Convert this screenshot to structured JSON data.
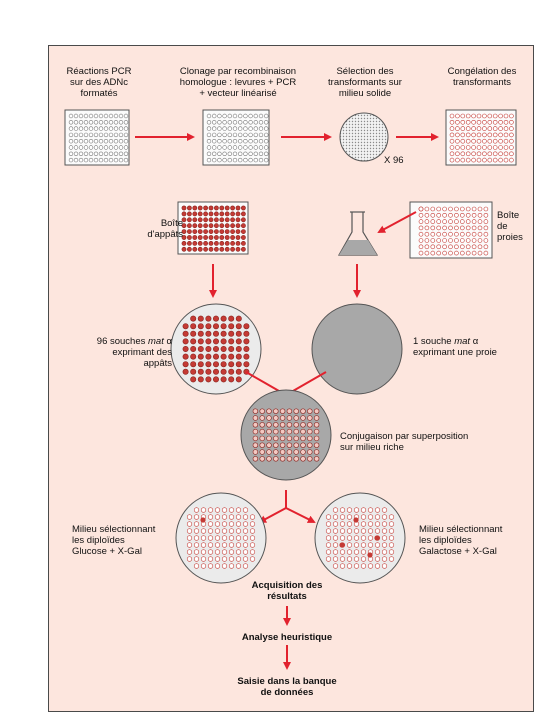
{
  "steps": {
    "pcr": "Réactions PCR\nsur des ADNc\nformatés",
    "clonage": "Clonage par recombinaison\nhomologue : levures + PCR\n+ vecteur linéarisé",
    "selection": "Sélection des\ntransformants sur\nmilieu solide",
    "congelation": "Congélation des\ntransformants",
    "x96": "X 96"
  },
  "boxes": {
    "appats": "Boîte\nd'appâts",
    "proies": "Boîte\nde\nproies"
  },
  "strains": {
    "bait_a": "96 souches ",
    "bait_mat": "mat ",
    "bait_alpha": "α",
    "bait_b": "exprimant des appâts",
    "prey_a": "1 souche ",
    "prey_mat": "mat ",
    "prey_alpha": "α",
    "prey_b": "exprimant une proie"
  },
  "conjugaison": "Conjugaison par superposition\nsur milieu riche",
  "milieu_glucose": "Milieu sélectionnant\nles diploïdes\nGlucose + X-Gal",
  "milieu_galactose": "Milieu sélectionnant\nles diploïdes\nGalactose + X-Gal",
  "acquisition": "Acquisition des\nrésultats",
  "analyse": "Analyse heuristique",
  "saisie": "Saisie dans la banque\nde données",
  "colors": {
    "background": "#fde6de",
    "arrow": "#e2222e",
    "well": "#c43a34",
    "plate_border": "#555555",
    "dish_gray": "#a8a8a8"
  }
}
